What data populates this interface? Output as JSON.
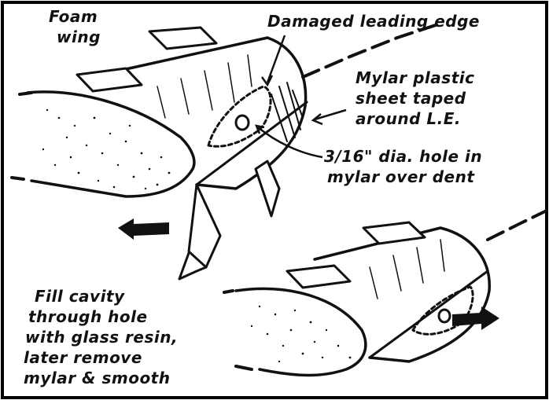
{
  "labels": {
    "foam_wing": [
      "Foam",
      "wing"
    ],
    "damaged_leading_edge": "Damaged leading edge",
    "mylar_sheet": [
      "Mylar plastic",
      "sheet taped",
      "around L.E."
    ],
    "hole_note": [
      "3/16\" dia. hole in",
      "mylar over dent"
    ],
    "fill_instructions": [
      "Fill cavity",
      "through hole",
      "with glass resin,",
      "later remove",
      "mylar & smooth"
    ]
  },
  "colors": {
    "ink": "#111111",
    "background": "#ffffff",
    "frame": "#000000"
  }
}
